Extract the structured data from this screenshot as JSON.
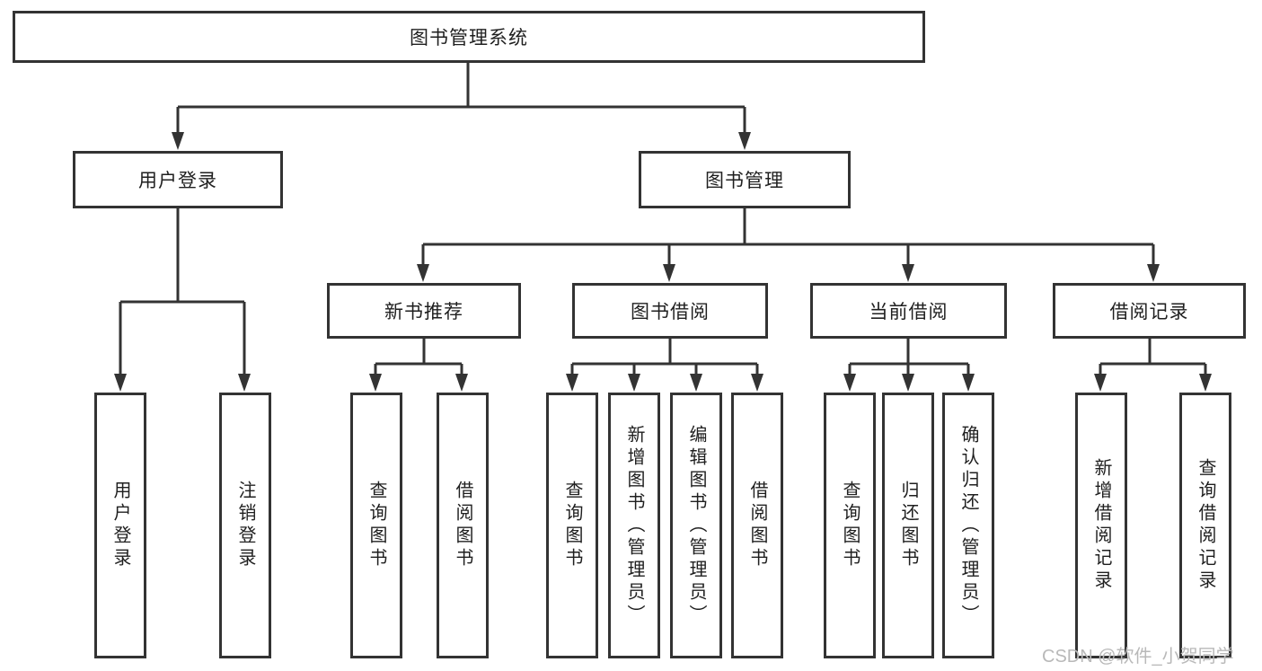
{
  "diagram": {
    "type": "tree",
    "root": {
      "label": "图书管理系统"
    },
    "branches": [
      {
        "label": "用户登录",
        "children": [
          {
            "label": "用户登录"
          },
          {
            "label": "注销登录"
          }
        ]
      },
      {
        "label": "图书管理",
        "children": [
          {
            "label": "新书推荐",
            "children": [
              {
                "label": "查询图书"
              },
              {
                "label": "借阅图书"
              }
            ]
          },
          {
            "label": "图书借阅",
            "children": [
              {
                "label": "查询图书"
              },
              {
                "label": "新增图书（管理员）"
              },
              {
                "label": "编辑图书（管理员）"
              },
              {
                "label": "借阅图书"
              }
            ]
          },
          {
            "label": "当前借阅",
            "children": [
              {
                "label": "查询图书"
              },
              {
                "label": "归还图书"
              },
              {
                "label": "确认归还（管理员）"
              }
            ]
          },
          {
            "label": "借阅记录",
            "children": [
              {
                "label": "新增借阅记录"
              },
              {
                "label": "查询借阅记录"
              }
            ]
          }
        ]
      }
    ]
  },
  "watermark": {
    "text": "CSDN @软件_小贺同学",
    "color": "#b9b9b9"
  },
  "colors": {
    "line": "#333333",
    "box_border": "#333333",
    "text": "#1f1f1f",
    "background": "#ffffff"
  }
}
